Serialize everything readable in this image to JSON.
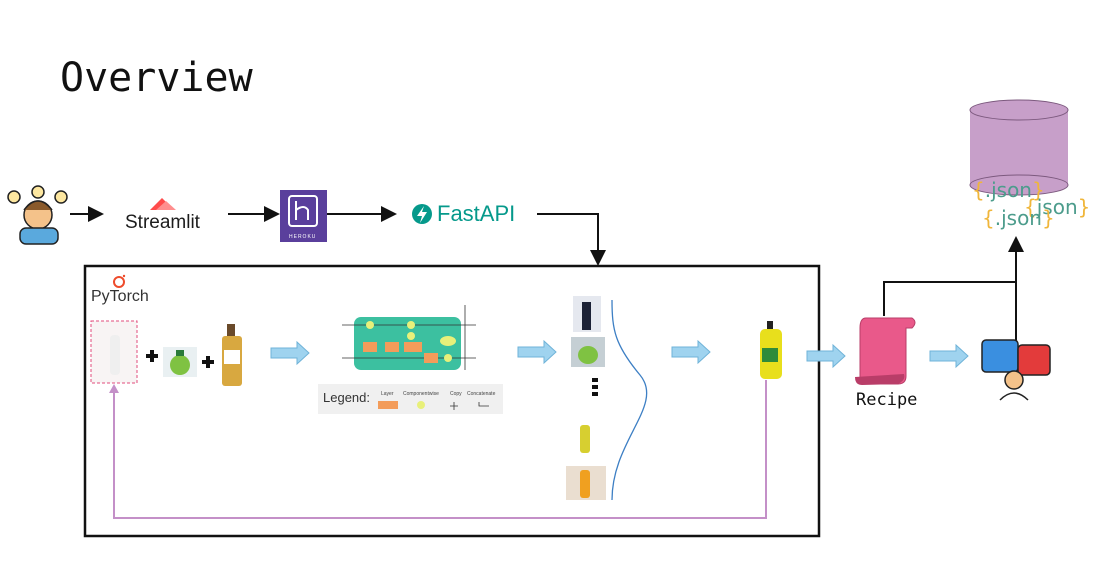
{
  "title": "Overview",
  "pipeline": {
    "frontend_label": "Streamlit",
    "hosting_label": "HEROKU",
    "api_label": "FastAPI",
    "framework_label": "PyTorch",
    "output_label": "Recipe"
  },
  "storage": {
    "formats": [
      ".json",
      "json",
      ".json"
    ]
  },
  "model_legend": {
    "label": "Legend:",
    "items": [
      "Layer",
      "Componentwise",
      "Copy",
      "Concatenate"
    ]
  },
  "colors": {
    "pink_arrow": "#c490c8",
    "flow_arrow": "#9fd3ef",
    "database": "#c79fc9",
    "lstm_cell": "#3cc0a0",
    "recipe_scroll": "#e9598a",
    "fastapi": "#05998b",
    "heroku": "#5a3f9c"
  },
  "icons": [
    "idea-person-icon",
    "streamlit-logo-icon",
    "heroku-logo-icon",
    "fastapi-logo-icon",
    "pytorch-logo-icon",
    "database-icon",
    "recipe-scroll-icon",
    "feedback-person-icon"
  ]
}
